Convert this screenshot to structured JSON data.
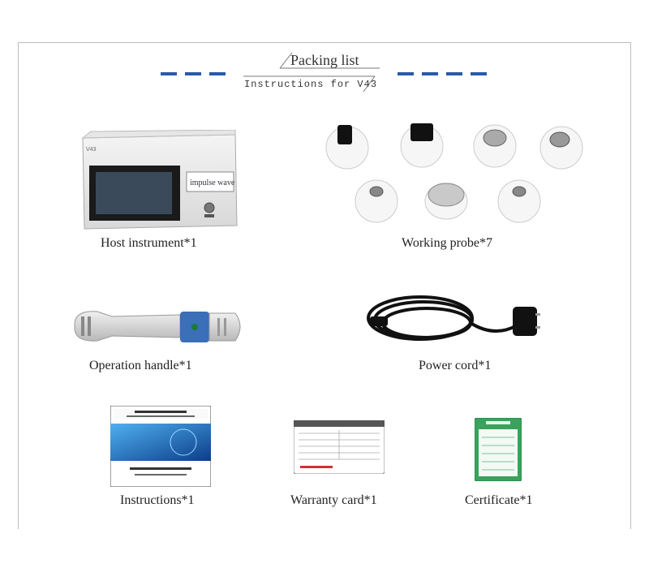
{
  "header": {
    "title": "Packing list",
    "subtitle": "Instructions for V43",
    "accent_color": "#2a5aa8"
  },
  "items": [
    {
      "name": "Host instrument",
      "caption": "Host instrument*1",
      "screen_logo": "impulse wave",
      "model_tag": "V43"
    },
    {
      "name": "Working probe",
      "caption": "Working probe*7"
    },
    {
      "name": "Operation handle",
      "caption": "Operation handle*1"
    },
    {
      "name": "Power cord",
      "caption": "Power cord*1"
    },
    {
      "name": "Instructions",
      "caption": "Instructions*1"
    },
    {
      "name": "Warranty card",
      "caption": "Warranty card*1"
    },
    {
      "name": "Certificate",
      "caption": "Certificate*1"
    }
  ]
}
